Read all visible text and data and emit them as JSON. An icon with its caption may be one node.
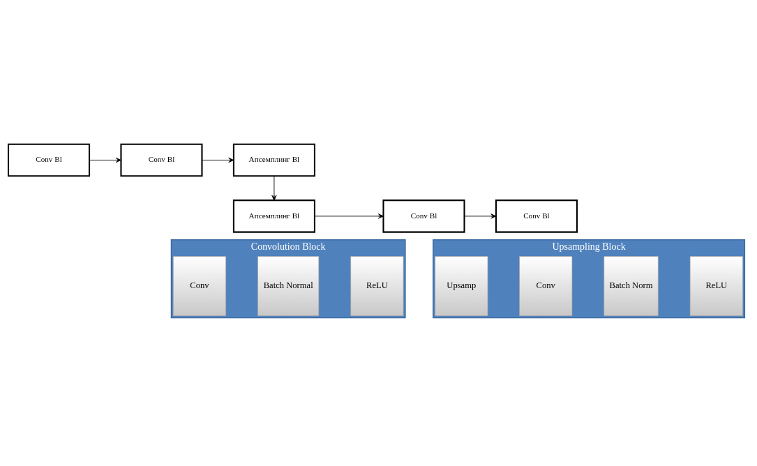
{
  "diagram": {
    "nodes": [
      {
        "text": [
          "Conv Bl"
        ]
      },
      {
        "text": [
          "Conv Bl"
        ]
      },
      {
        "text": [
          "Апсемплинг Bl"
        ]
      },
      {
        "text": [
          "Апсемплинг Bl"
        ]
      },
      {
        "text": [
          "Conv Bl"
        ]
      },
      {
        "text": [
          "Conv Bl"
        ]
      },
      {
        "text": [
          "Convolution Block"
        ]
      },
      {
        "text": [
          "Conv"
        ],
        "in": 6
      },
      {
        "text": [
          "Batch Normal"
        ],
        "in": 6
      },
      {
        "text": [
          "ReLU"
        ],
        "in": 6
      },
      {
        "text": [
          "Upsampling Block"
        ]
      },
      {
        "text": [
          "Upsamp"
        ],
        "in": 10
      },
      {
        "text": [
          "Conv"
        ],
        "in": 10
      },
      {
        "text": [
          "Batch Norm"
        ],
        "in": 10
      },
      {
        "text": [
          "ReLU"
        ],
        "in": 10
      }
    ],
    "edges": [
      {
        "from": 0,
        "to": 1,
        "arrow": "to"
      },
      {
        "from": 1,
        "to": 2,
        "arrow": "to"
      },
      {
        "from": 2,
        "to": 3,
        "arrow": "to"
      },
      {
        "from": 3,
        "to": 4,
        "arrow": "to"
      },
      {
        "from": 4,
        "to": 5,
        "arrow": "to"
      }
    ]
  }
}
